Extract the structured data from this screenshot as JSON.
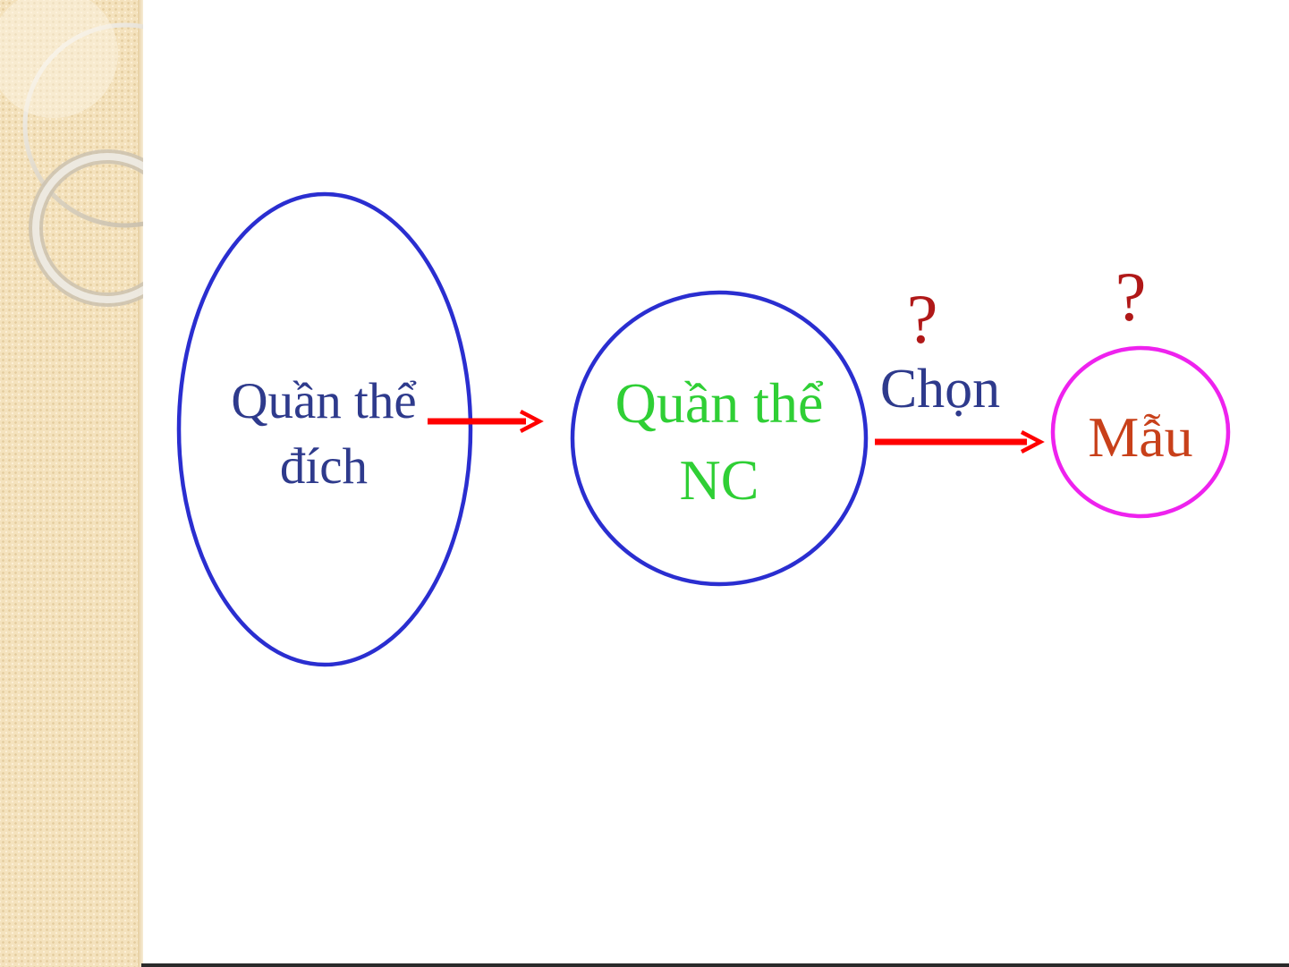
{
  "nodes": {
    "target_population": {
      "line1": "Quần thể",
      "line2": "đích",
      "text_color": "#2e3a8c",
      "border_color": "#2a2ed0"
    },
    "study_population": {
      "line1": "Quần thể",
      "line2": "NC",
      "text_color": "#2fcf35",
      "border_color": "#2a2ed0"
    },
    "sample": {
      "label": "Mẫu",
      "text_color": "#c8401a",
      "border_color": "#ee22ee"
    }
  },
  "edges": {
    "select_label": "Chọn",
    "select_label_color": "#2e3a8c",
    "arrow_color": "#ff0000"
  },
  "question_marks": {
    "over_select": "?",
    "over_sample": "?",
    "color": "#b01818"
  },
  "background": {
    "side_band_color": "#f4e2bd"
  }
}
